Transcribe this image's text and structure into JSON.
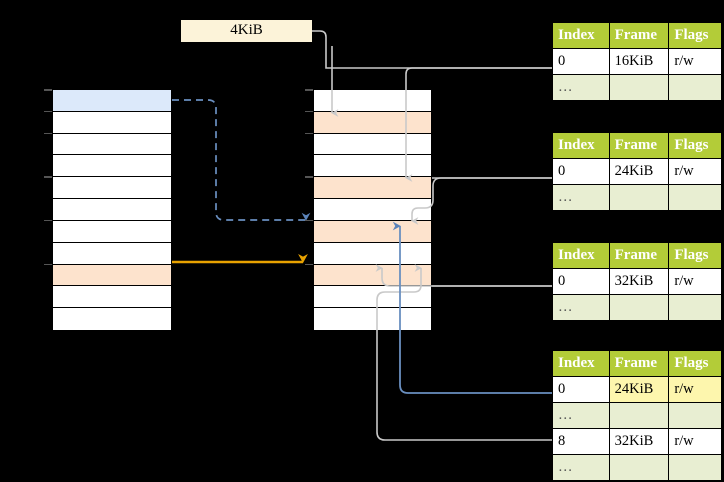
{
  "diagram": {
    "title_chip": {
      "label": "4KiB"
    },
    "virtual_column": {
      "name": "virtual-address-space",
      "rows": [
        {
          "fill": "blue",
          "label": ""
        },
        {
          "fill": "white",
          "label": ""
        },
        {
          "fill": "white",
          "label": ""
        },
        {
          "fill": "white",
          "label": ""
        },
        {
          "fill": "white",
          "label": ""
        },
        {
          "fill": "white",
          "label": ""
        },
        {
          "fill": "white",
          "label": ""
        },
        {
          "fill": "white",
          "label": ""
        },
        {
          "fill": "orange",
          "label": ""
        },
        {
          "fill": "white",
          "label": ""
        },
        {
          "fill": "white",
          "label": ""
        }
      ]
    },
    "physical_column": {
      "name": "physical-memory",
      "rows": [
        {
          "fill": "white",
          "label": ""
        },
        {
          "fill": "orange",
          "label": ""
        },
        {
          "fill": "white",
          "label": ""
        },
        {
          "fill": "white",
          "label": ""
        },
        {
          "fill": "orange",
          "label": ""
        },
        {
          "fill": "white",
          "label": ""
        },
        {
          "fill": "orange",
          "label": ""
        },
        {
          "fill": "white",
          "label": ""
        },
        {
          "fill": "orange",
          "label": ""
        },
        {
          "fill": "white",
          "label": ""
        },
        {
          "fill": "white",
          "label": ""
        }
      ]
    },
    "tables": [
      {
        "name": "page-table-1",
        "headers": [
          "Index",
          "Frame",
          "Flags"
        ],
        "rows": [
          {
            "cells": [
              "0",
              "16KiB",
              "r/w"
            ],
            "style": "plain",
            "highlight": [
              false,
              false,
              false
            ]
          },
          {
            "cells": [
              "…",
              "",
              ""
            ],
            "style": "ellipsis",
            "highlight": [
              false,
              false,
              false
            ]
          }
        ]
      },
      {
        "name": "page-table-2",
        "headers": [
          "Index",
          "Frame",
          "Flags"
        ],
        "rows": [
          {
            "cells": [
              "0",
              "24KiB",
              "r/w"
            ],
            "style": "plain",
            "highlight": [
              false,
              false,
              false
            ]
          },
          {
            "cells": [
              "…",
              "",
              ""
            ],
            "style": "ellipsis",
            "highlight": [
              false,
              false,
              false
            ]
          }
        ]
      },
      {
        "name": "page-table-3",
        "headers": [
          "Index",
          "Frame",
          "Flags"
        ],
        "rows": [
          {
            "cells": [
              "0",
              "32KiB",
              "r/w"
            ],
            "style": "plain",
            "highlight": [
              false,
              false,
              false
            ]
          },
          {
            "cells": [
              "…",
              "",
              ""
            ],
            "style": "ellipsis",
            "highlight": [
              false,
              false,
              false
            ]
          }
        ]
      },
      {
        "name": "page-table-4",
        "headers": [
          "Index",
          "Frame",
          "Flags"
        ],
        "rows": [
          {
            "cells": [
              "0",
              "24KiB",
              "r/w"
            ],
            "style": "plain",
            "highlight": [
              false,
              true,
              true
            ]
          },
          {
            "cells": [
              "…",
              "",
              ""
            ],
            "style": "ellipsis",
            "highlight": [
              false,
              false,
              false
            ]
          },
          {
            "cells": [
              "8",
              "32KiB",
              "r/w"
            ],
            "style": "plain",
            "highlight": [
              false,
              false,
              false
            ]
          },
          {
            "cells": [
              "…",
              "",
              ""
            ],
            "style": "ellipsis",
            "highlight": [
              false,
              false,
              false
            ]
          }
        ]
      }
    ],
    "colors": {
      "background": "#000000",
      "table_header": "#b3cc38",
      "table_ellipsis_row": "#e8eed2",
      "highlight_yellow": "#fdf6ad",
      "virtual_selected": "#dce9fa",
      "mapped_frame": "#fde3cd",
      "chip_background": "#fcf3d9",
      "blue_arrow": "#6a8fc0",
      "orange_arrow": "#e8a200",
      "gray_arrow": "#c9c9c9"
    }
  }
}
